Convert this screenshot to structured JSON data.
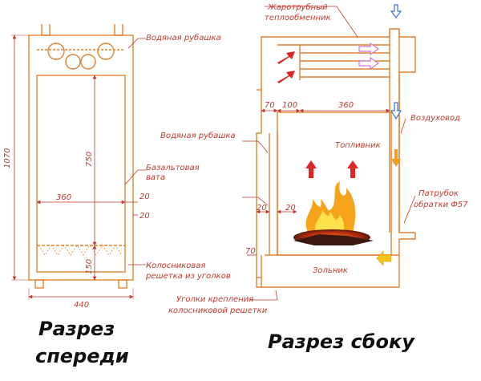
{
  "front": {
    "title_line1": "Разрез",
    "title_line2": "спереди",
    "label_water_jacket": "Водяная рубашка",
    "label_basalt_line1": "Базальтовая",
    "label_basalt_line2": "вата",
    "label_grate_line1": "Колосниковая",
    "label_grate_line2": "решетка из уголков",
    "dim_height": "1070",
    "dim_inner_height": "750",
    "dim_inner_width": "360",
    "dim_wall_1": "20",
    "dim_wall_2": "20",
    "dim_bottom": "150",
    "dim_width": "440"
  },
  "side": {
    "title": "Разрез сбоку",
    "label_heat_exchanger_line1": "Жаротрубный",
    "label_heat_exchanger_line2": "теплообменник",
    "label_water_jacket": "Водяная рубашка",
    "label_firebox": "Топливник",
    "label_air_duct": "Воздуховод",
    "label_return_pipe_line1": "Патрубок",
    "label_return_pipe_line2": "обратки Ф57",
    "label_ash_pit": "Зольник",
    "label_corners_line1": "Уголки крепления",
    "label_corners_line2": "колосниковой решетки",
    "dim_70_top": "70",
    "dim_100": "100",
    "dim_360": "360",
    "dim_20_a": "20",
    "dim_20_b": "20",
    "dim_70_bottom": "70"
  },
  "colors": {
    "outline": "#e0822f",
    "text": "#c0392b",
    "arrow_red": "#e02424",
    "arrow_blue": "#3b6fd8",
    "arrow_orange": "#f29d1e",
    "arrow_pink": "#d070d0"
  }
}
